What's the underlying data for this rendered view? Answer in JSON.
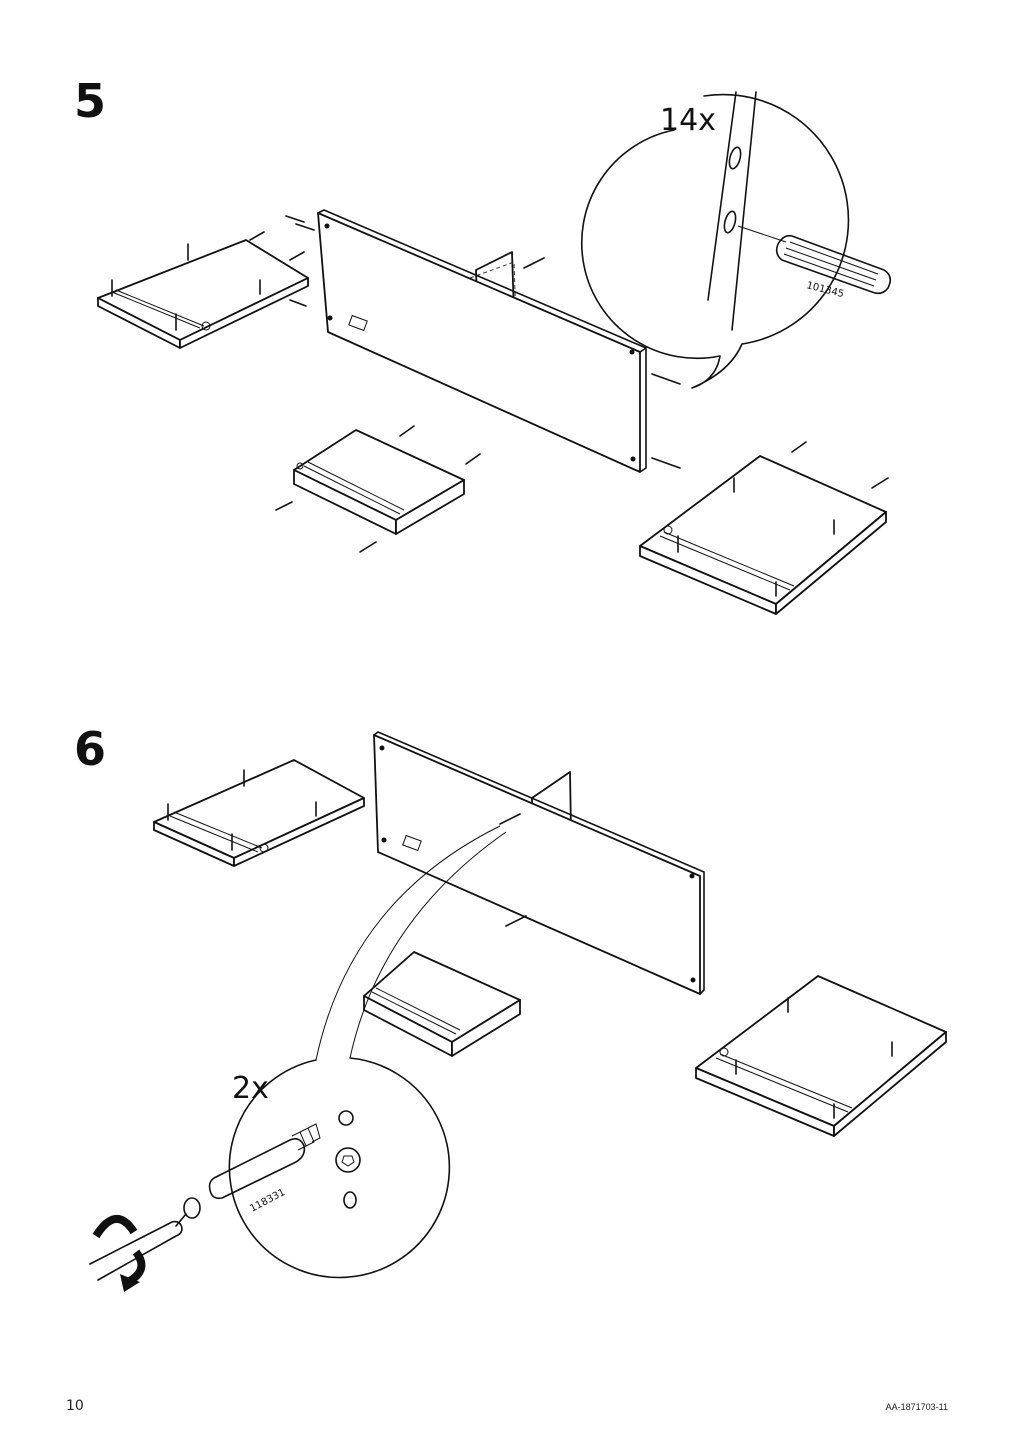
{
  "steps": [
    {
      "number": "5",
      "callout_quantity": "14x",
      "part_number": "101345"
    },
    {
      "number": "6",
      "callout_quantity": "2x",
      "part_number": "118331"
    }
  ],
  "footer": {
    "page_number": "10",
    "document_code": "AA-1871703-11"
  }
}
